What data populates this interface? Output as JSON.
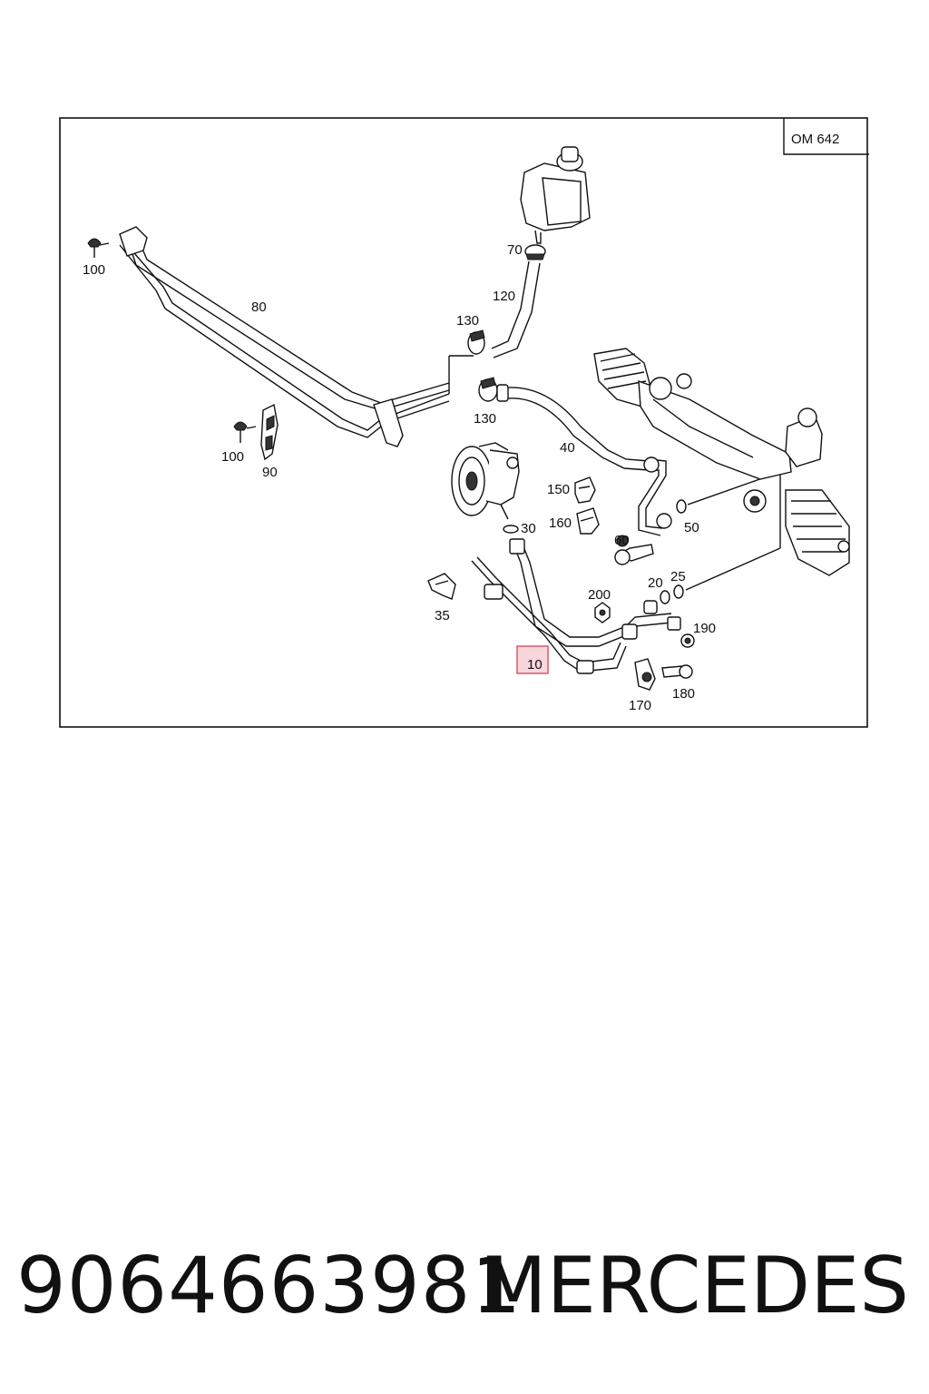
{
  "diagram": {
    "engine_label": "OM 642",
    "callouts": {
      "c10": "10",
      "c20": "20",
      "c25": "25",
      "c30": "30",
      "c35": "35",
      "c40": "40",
      "c50": "50",
      "c60": "60",
      "c70": "70",
      "c80": "80",
      "c90": "90",
      "c100a": "100",
      "c100b": "100",
      "c120": "120",
      "c130a": "130",
      "c130b": "130",
      "c150": "150",
      "c160": "160",
      "c170": "170",
      "c180": "180",
      "c190": "190",
      "c200": "200"
    },
    "highlight_color": "#e06070"
  },
  "footer": {
    "part_number": "9064663981",
    "brand": "MERCEDES"
  }
}
